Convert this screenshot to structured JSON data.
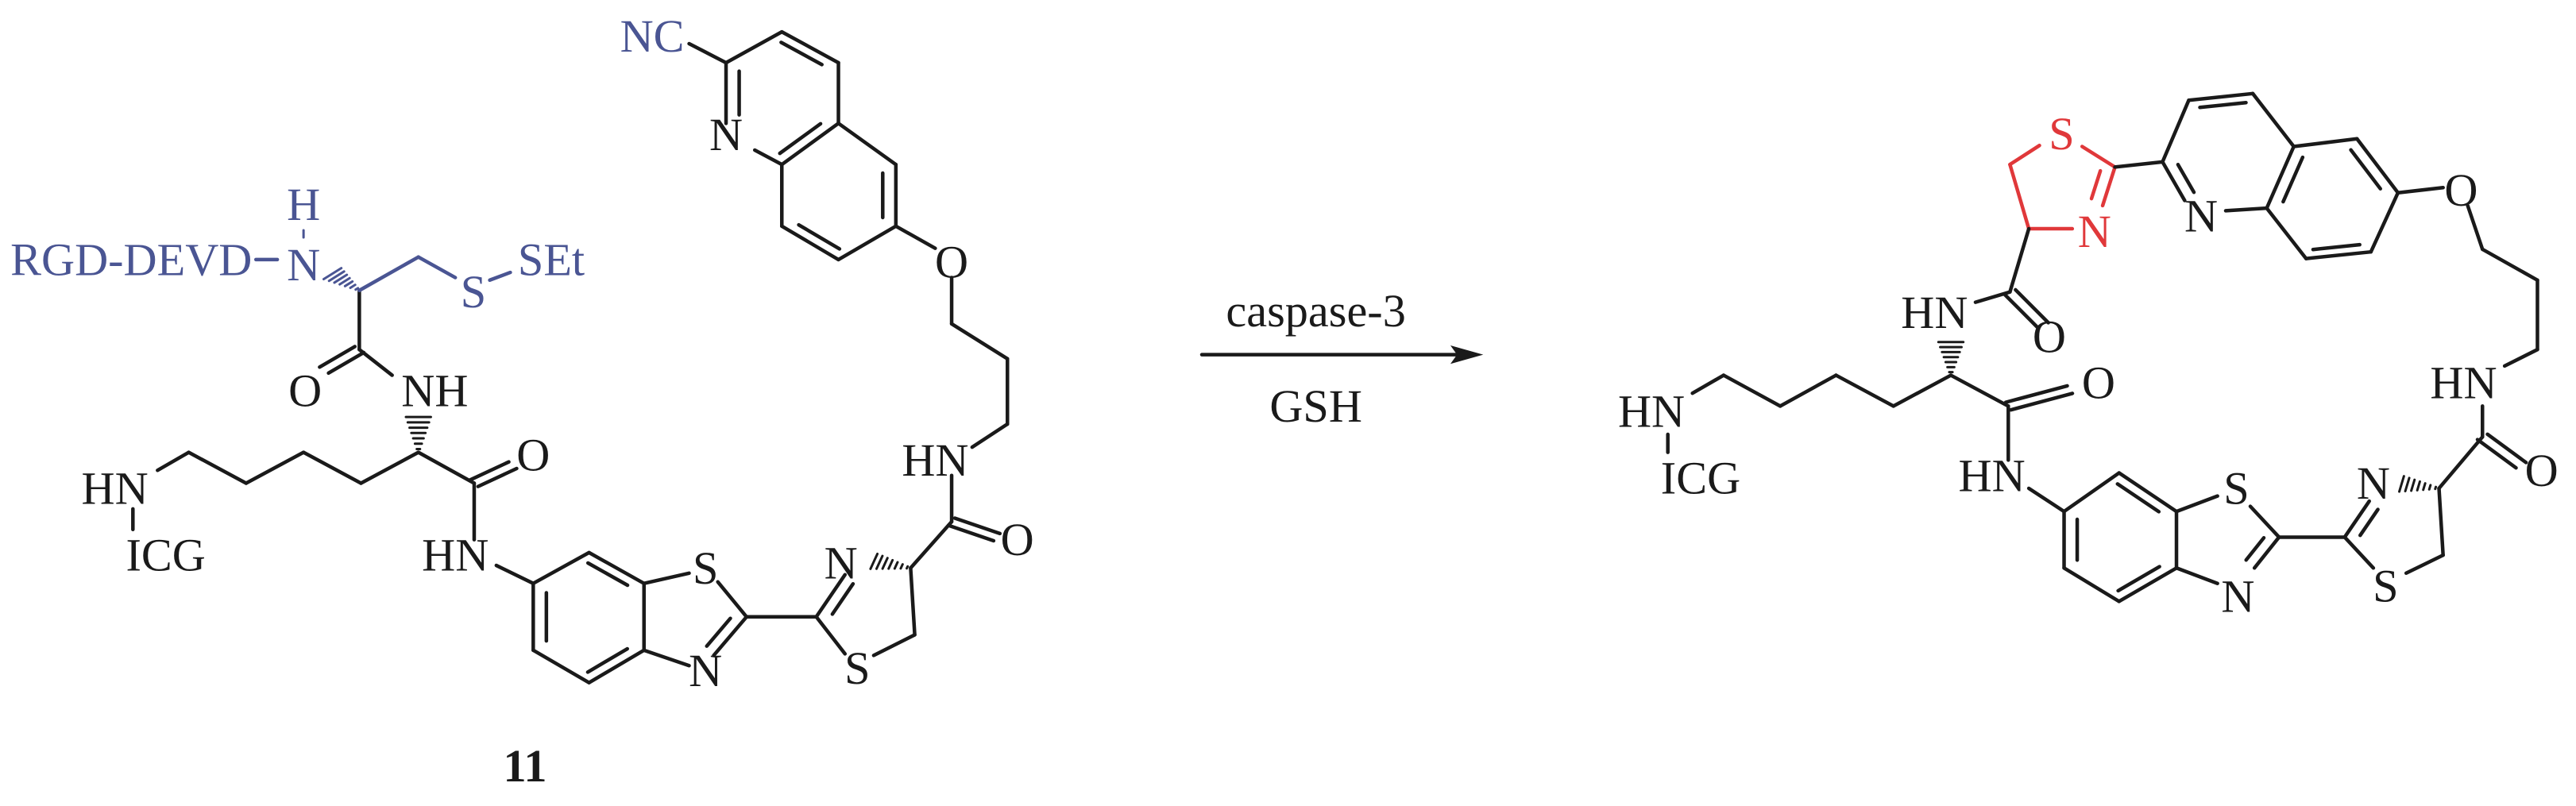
{
  "colors": {
    "bond": "#1a1a1a",
    "precursor_blue": "#4a5593",
    "new_ring_red": "#e0383a",
    "text": "#1a1a1a"
  },
  "reactant": {
    "compound_number": "11",
    "atoms": [
      "NC",
      "N",
      "O",
      "HN",
      "O",
      "N",
      "S",
      "S",
      "N",
      "HN",
      "HN",
      "ICG",
      "O",
      "NH",
      "O",
      "N",
      "H",
      "RGD-DEVD",
      "S",
      "SEt"
    ]
  },
  "reaction": {
    "reagent_above": "caspase-3",
    "reagent_below": "GSH",
    "arrow_icon": "right-arrow"
  },
  "product": {
    "atoms": [
      "S",
      "N",
      "N",
      "O",
      "HN",
      "O",
      "N",
      "S",
      "S",
      "N",
      "HN",
      "O",
      "HN",
      "O",
      "HN",
      "ICG"
    ]
  }
}
